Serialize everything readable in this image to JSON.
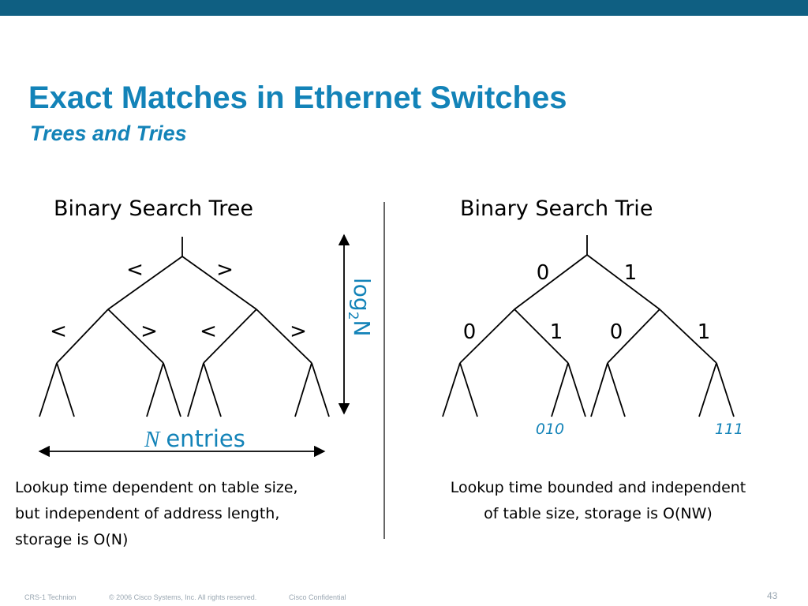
{
  "slide": {
    "title": "Exact Matches in Ethernet Switches",
    "subtitle": "Trees and Tries",
    "accent_color": "#1383b8",
    "bar_color": "#0f5f82"
  },
  "left": {
    "heading": "Binary Search Tree",
    "level1_labels": [
      "<",
      ">"
    ],
    "level2_labels": [
      "<",
      ">",
      "<",
      ">"
    ],
    "height_label_log": "log",
    "height_label_sub": "2",
    "height_label_n": "N",
    "width_label_n": "N",
    "width_label_entries": "entries",
    "caption": [
      "Lookup time dependent on table size,",
      "but independent of address length,",
      "storage is O(N)"
    ]
  },
  "right": {
    "heading": "Binary Search Trie",
    "level1_labels": [
      "0",
      "1"
    ],
    "level2_labels": [
      "0",
      "1",
      "0",
      "1"
    ],
    "leaf_label_left": "010",
    "leaf_label_right": "111",
    "caption": [
      "Lookup time bounded and independent",
      "of table size, storage is O(NW)"
    ]
  },
  "footer": {
    "left": "CRS-1 Technion",
    "copyright": "© 2006 Cisco Systems, Inc. All rights reserved.",
    "confidential": "Cisco Confidential",
    "page_number": "43"
  }
}
